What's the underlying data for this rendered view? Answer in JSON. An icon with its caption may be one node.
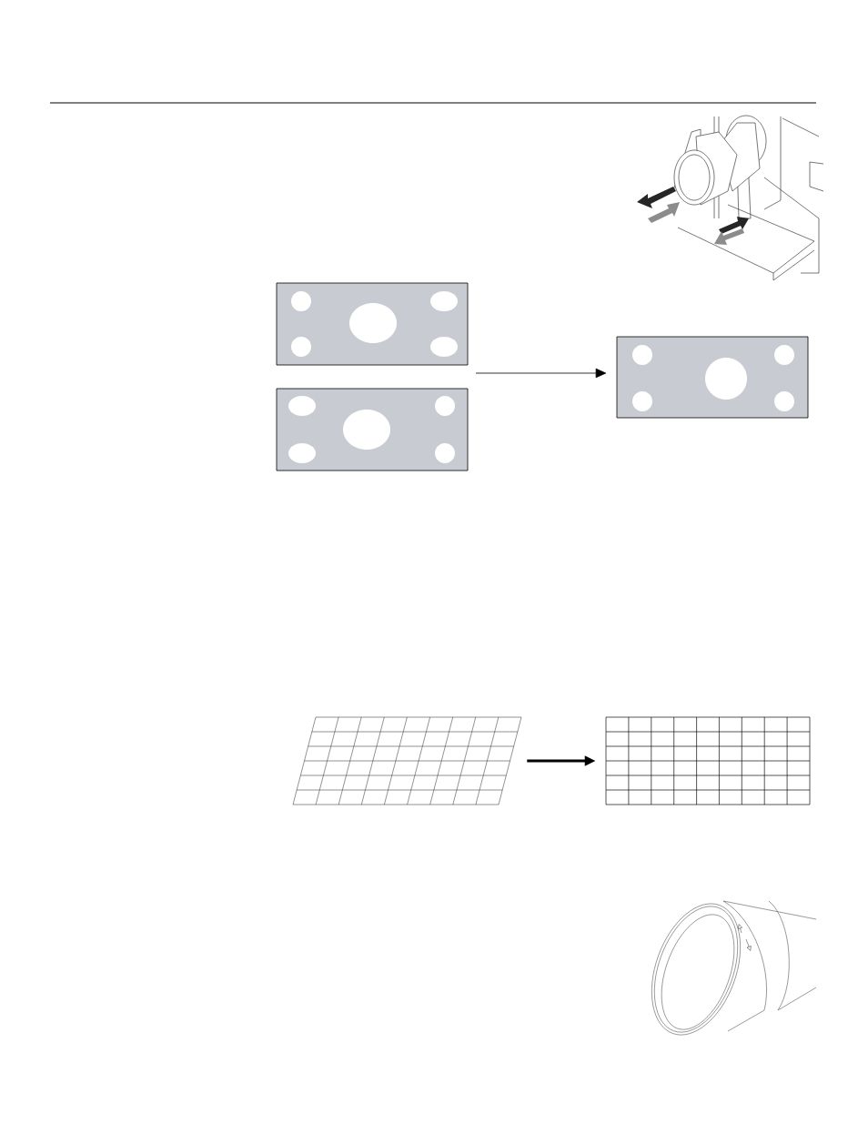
{
  "diagram": {
    "nodes": [
      {
        "text": [],
        "shape": "box"
      },
      {
        "text": [],
        "shape": "box"
      },
      {
        "text": [],
        "shape": "box"
      },
      {
        "text": [],
        "shape": "box"
      },
      {
        "text": [],
        "shape": "box"
      }
    ],
    "edges": [
      {
        "from": null,
        "to": 2,
        "arrow": "to"
      },
      {
        "from": 3,
        "to": 4,
        "arrow": "to",
        "style": "thick"
      }
    ]
  }
}
